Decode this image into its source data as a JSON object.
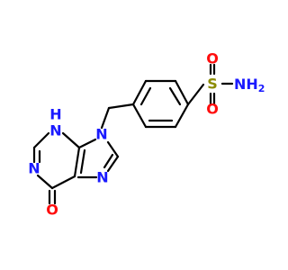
{
  "colors": {
    "bond": "#000000",
    "nitrogen": "#1a1aff",
    "oxygen": "#ff0d0d",
    "sulfur": "#8c8c00",
    "background": "#ffffff"
  },
  "atoms": {
    "o_sulfonyl_top": "O",
    "o_sulfonyl_bottom": "O",
    "s_sulfonyl": "S",
    "nh2": {
      "main": "NH",
      "sub": "2"
    },
    "nh_ring": "H",
    "n_nh_ring": "N",
    "n_ring_left": "N",
    "n9": "N",
    "n7": "N",
    "o_carbonyl": "O"
  }
}
